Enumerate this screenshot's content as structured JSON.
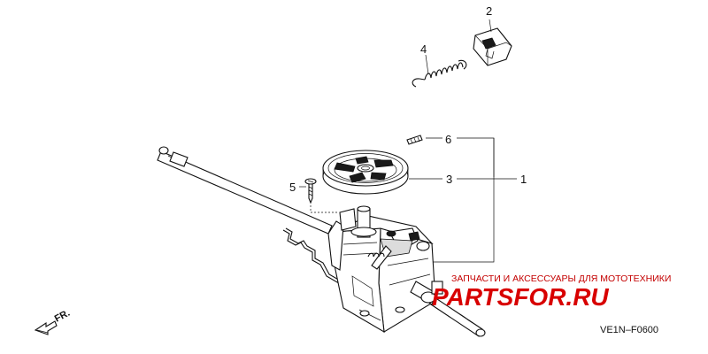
{
  "callouts": {
    "c1": "1",
    "c2": "2",
    "c3": "3",
    "c4": "4",
    "c5": "5",
    "c6": "6"
  },
  "direction_label": "FR.",
  "diagram_code": "VE1N–F0600",
  "watermark": {
    "tagline": "ЗАПЧАСТИ И АКСЕССУАРЫ ДЛЯ МОТОТЕХНИКИ",
    "brand": "PARTSFOR.RU",
    "color": "#d80000"
  }
}
